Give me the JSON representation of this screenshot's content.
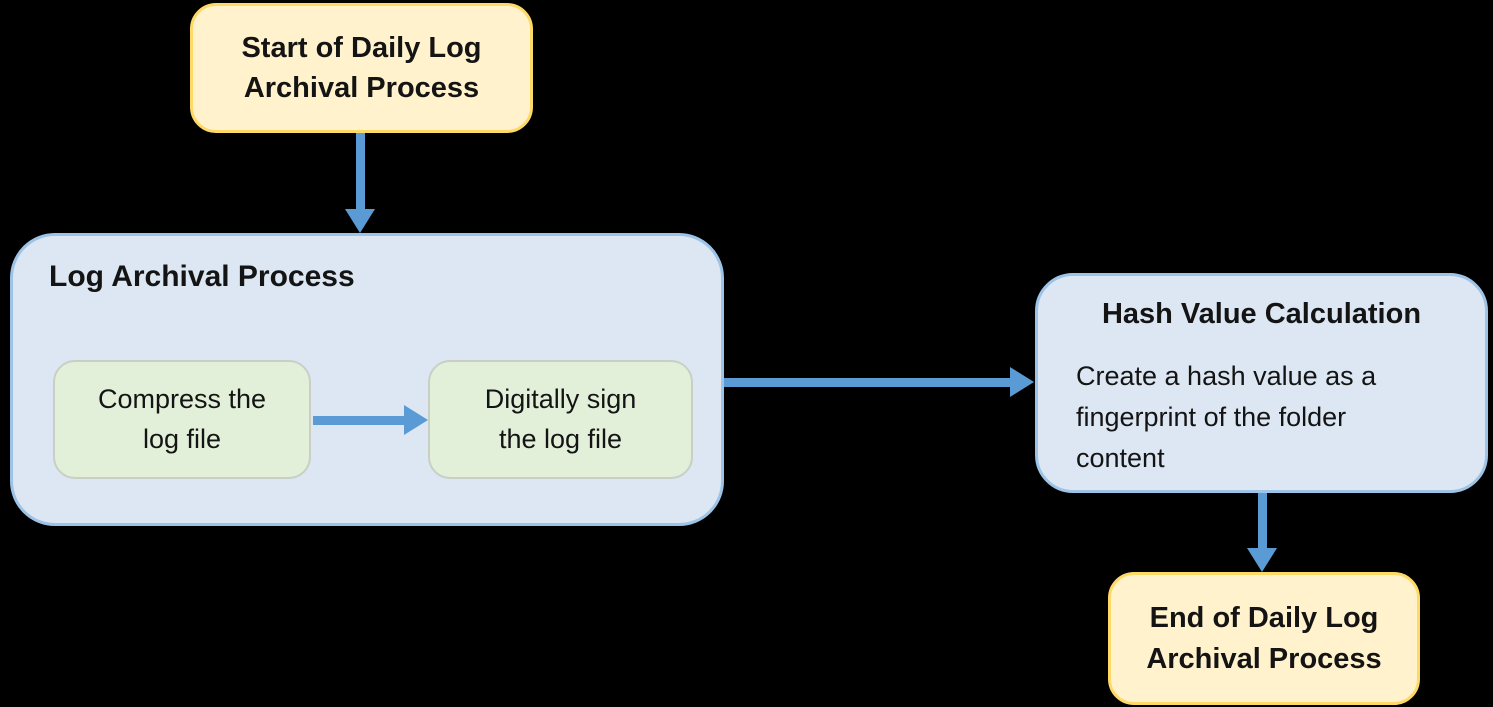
{
  "nodes": {
    "start": {
      "label": "Start of Daily Log Archival Process",
      "type": "terminal"
    },
    "log_archival": {
      "title": "Log Archival Process",
      "type": "process-container",
      "steps": [
        {
          "label": "Compress the log file"
        },
        {
          "label": "Digitally sign the log file"
        }
      ]
    },
    "hash": {
      "title": "Hash Value Calculation",
      "body": "Create a hash value as a fingerprint of the folder content",
      "type": "process"
    },
    "end": {
      "label": "End of Daily Log Archival Process",
      "type": "terminal"
    }
  },
  "edges": [
    {
      "from": "start",
      "to": "log_archival",
      "direction": "down"
    },
    {
      "from": "log_archival.steps.0",
      "to": "log_archival.steps.1",
      "direction": "right"
    },
    {
      "from": "log_archival",
      "to": "hash",
      "direction": "right"
    },
    {
      "from": "hash",
      "to": "end",
      "direction": "down"
    }
  ],
  "colors": {
    "background": "#000000",
    "arrow": "#5B9BD5",
    "terminal_fill": "#FFF2CC",
    "terminal_border": "#FFD966",
    "process_fill": "#DCE7F3",
    "process_border": "#9DC3E6",
    "step_fill": "#E2EFD9",
    "step_border": "#C9CFC3",
    "text": "#141414"
  }
}
